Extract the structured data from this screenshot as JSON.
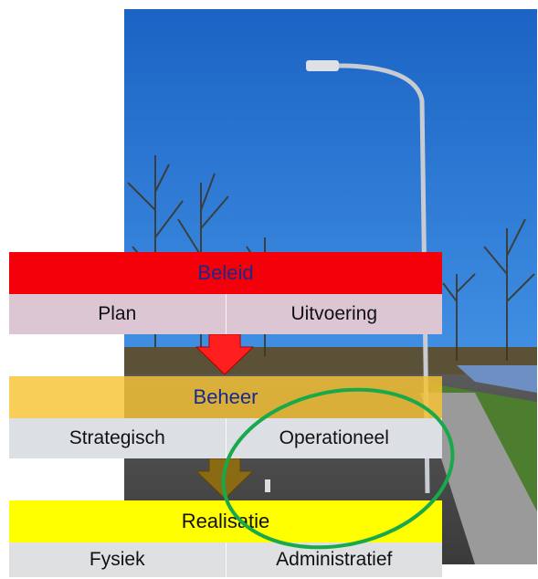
{
  "levels": [
    {
      "title": "Beleid",
      "cells": [
        "Plan",
        "Uitvoering"
      ]
    },
    {
      "title": "Beheer",
      "cells": [
        "Strategisch",
        "Operationeel"
      ]
    },
    {
      "title": "Realisatie",
      "cells": [
        "Fysiek",
        "Administratief"
      ]
    }
  ],
  "colors": {
    "beleid": "#f4000a",
    "beheer": "#f6c233",
    "realisatie": "#ffff00",
    "plan_row": "#dcc6d4",
    "strategie_row": "#dcdfe3",
    "realisatie_row": "#dfe0e2",
    "arrow_red": "#ff1f1f",
    "arrow_olive": "#8a6a12",
    "highlight_ellipse": "#17a94a"
  }
}
